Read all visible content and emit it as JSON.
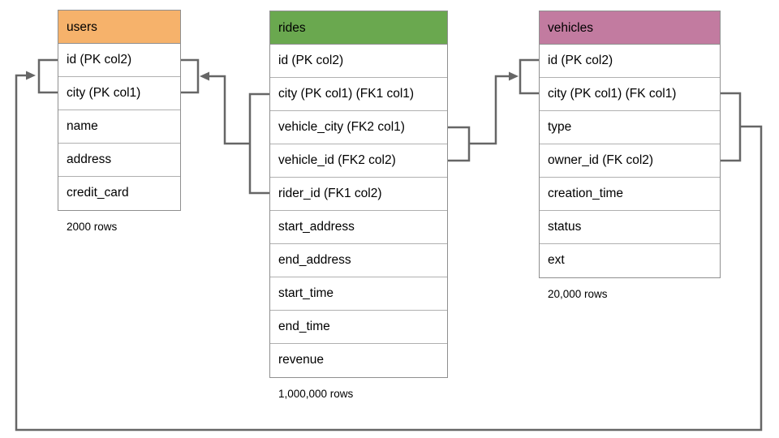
{
  "colors": {
    "users_header": "#f6b26b",
    "rides_header": "#6aa84f",
    "vehicles_header": "#c27ba0",
    "connector": "#666666",
    "table_border": "#8f8f8f",
    "row_divider": "#b0b0b0"
  },
  "tables": {
    "users": {
      "name": "users",
      "columns": [
        "id (PK col2)",
        "city (PK col1)",
        "name",
        "address",
        "credit_card"
      ],
      "row_count": "2000 rows"
    },
    "rides": {
      "name": "rides",
      "columns": [
        "id (PK col2)",
        "city (PK col1) (FK1 col1)",
        "vehicle_city (FK2 col1)",
        "vehicle_id (FK2 col2)",
        "rider_id (FK1 col2)",
        "start_address",
        "end_address",
        "start_time",
        "end_time",
        "revenue"
      ],
      "row_count": "1,000,000 rows"
    },
    "vehicles": {
      "name": "vehicles",
      "columns": [
        "id (PK col2)",
        "city (PK col1) (FK col1)",
        "type",
        "owner_id (FK col2)",
        "creation_time",
        "status",
        "ext"
      ],
      "row_count": "20,000 rows"
    }
  },
  "relationships": [
    {
      "name": "rides_fk1_to_users",
      "from": "rides (city, rider_id)",
      "to": "users (id, city)"
    },
    {
      "name": "rides_fk2_to_vehicles",
      "from": "rides (vehicle_city, vehicle_id)",
      "to": "vehicles (id, city)"
    },
    {
      "name": "vehicles_fk_to_users",
      "from": "vehicles (city, owner_id)",
      "to": "users (id, city)"
    }
  ]
}
